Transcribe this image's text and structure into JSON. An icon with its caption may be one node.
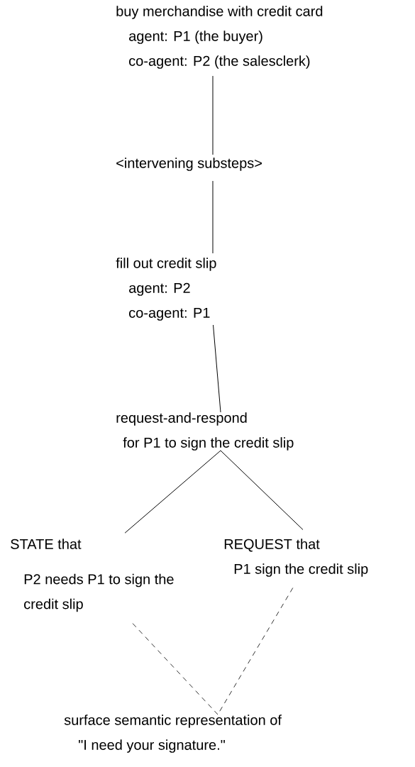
{
  "diagram": {
    "nodes": [
      {
        "text": [
          "buy merchandise with credit card",
          "agent: P1 (the buyer)",
          "co-agent: P2 (the salesclerk)"
        ]
      },
      {
        "text": [
          "<intervening substeps>"
        ]
      },
      {
        "text": [
          "fill out credit slip",
          "agent: P2",
          "co-agent: P1"
        ]
      },
      {
        "text": [
          "request-and-respond",
          "for P1 to sign the credit slip"
        ]
      },
      {
        "text": [
          "STATE that",
          "P2 needs P1 to sign the credit slip"
        ]
      },
      {
        "text": [
          "REQUEST that",
          "P1 sign the credit slip"
        ]
      },
      {
        "text": [
          "surface semantic representation of",
          "\"I need your signature.\""
        ]
      }
    ],
    "edges": [
      {
        "from": 0,
        "to": 1,
        "arrow": "none"
      },
      {
        "from": 1,
        "to": 2,
        "arrow": "none"
      },
      {
        "from": 2,
        "to": 3,
        "arrow": "none"
      },
      {
        "from": 3,
        "to": 4,
        "arrow": "none"
      },
      {
        "from": 3,
        "to": 5,
        "arrow": "none"
      },
      {
        "from": 4,
        "to": 6,
        "arrow": "none",
        "style": "dashed"
      },
      {
        "from": 5,
        "to": 6,
        "arrow": "none",
        "style": "dashed"
      }
    ]
  }
}
